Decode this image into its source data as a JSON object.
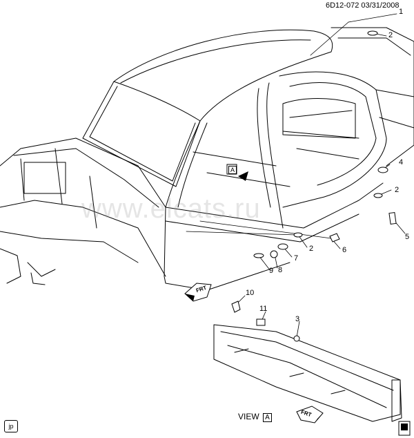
{
  "header": {
    "diagram_code": "6D12-072",
    "date": "03/31/2008"
  },
  "callouts": [
    "1",
    "2",
    "2",
    "3",
    "4",
    "5",
    "6",
    "7",
    "8",
    "9",
    "10",
    "11",
    "2"
  ],
  "view": {
    "label": "VIEW",
    "box_letter": "A"
  },
  "frt_label": "FRT",
  "tag": "jp",
  "watermark": "www.elcats.ru"
}
